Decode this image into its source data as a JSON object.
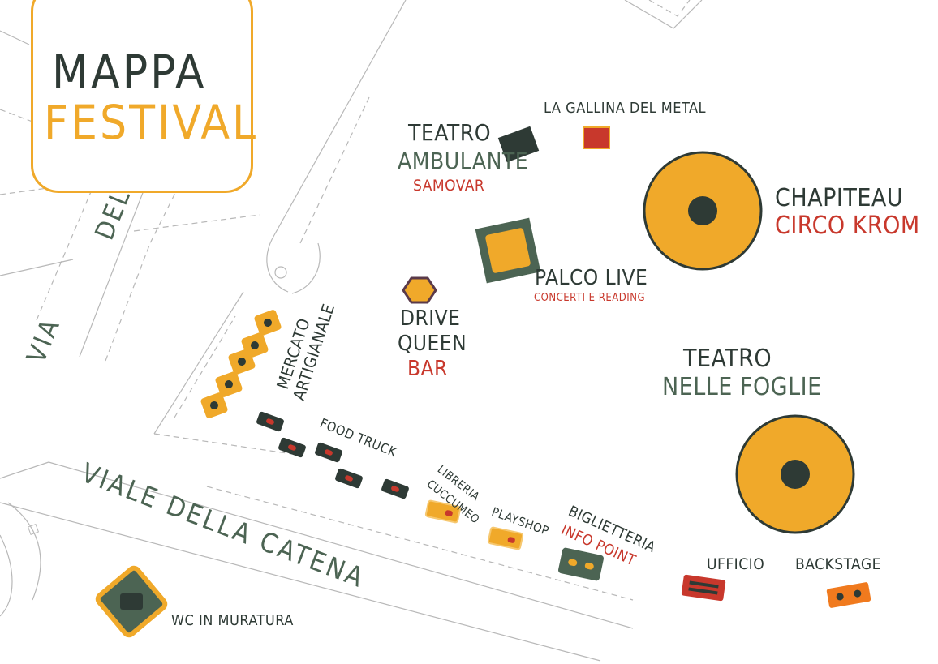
{
  "title": {
    "line1": "MAPPA",
    "line2": "FESTIVAL"
  },
  "streets": {
    "via_top": "DEL",
    "via_left": "VIA",
    "viale": "VIALE DELLA CATENA"
  },
  "venues": {
    "teatro_ambulante": {
      "l1": "TEATRO",
      "l2": "AMBULANTE",
      "l3": "SAMOVAR"
    },
    "gallina": "LA GALLINA DEL METAL",
    "chapiteau": {
      "l1": "CHAPITEAU",
      "l2": "CIRCO KROM"
    },
    "palco_live": {
      "l1": "PALCO LIVE",
      "l2": "CONCERTI E READING"
    },
    "drive_queen": {
      "l1": "DRIVE",
      "l2": "QUEEN",
      "l3": "BAR"
    },
    "mercato": {
      "l1": "MERCATO",
      "l2": "ARTIGIANALE"
    },
    "teatro_foglie": {
      "l1": "TEATRO",
      "l2": "NELLE FOGLIE"
    },
    "food_truck": "FOOD TRUCK",
    "libreria": {
      "l1": "LIBRERIA",
      "l2": "CUCCUMEO"
    },
    "playshop": "PLAYSHOP",
    "biglietteria": {
      "l1": "BIGLIETTERIA",
      "l2": "INFO POINT"
    },
    "ufficio": "UFFICIO",
    "backstage": "BACKSTAGE",
    "wc": "WC IN MURATURA"
  },
  "colors": {
    "orange": "#f0a92a",
    "dark": "#2e3a35",
    "green": "#4c6453",
    "red": "#c8382c",
    "road": "#b5b5b5",
    "bright_orange": "#f07a1e"
  }
}
